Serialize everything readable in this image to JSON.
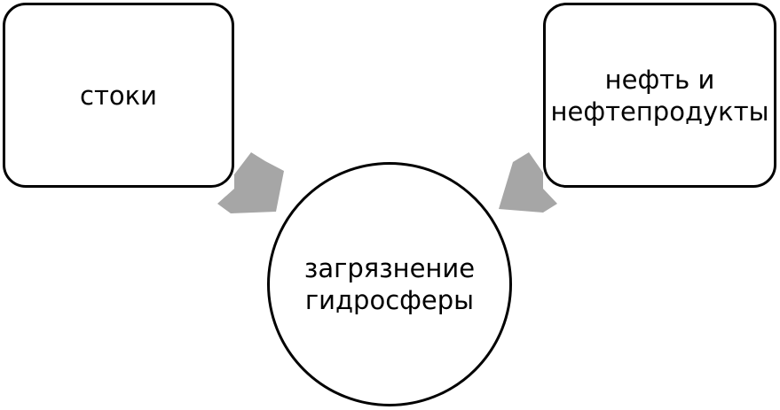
{
  "diagram": {
    "nodes": {
      "stoki": {
        "label": "стоки"
      },
      "oil": {
        "label": "нефть и\nнефтепродукты"
      },
      "center": {
        "label": "загрязнение\nгидросферы"
      }
    },
    "edges": [
      {
        "from": "stoki",
        "to": "center"
      },
      {
        "from": "oil",
        "to": "center"
      }
    ],
    "colors": {
      "node_border": "#000000",
      "node_fill": "#ffffff",
      "arrow_fill": "#a6a6a6",
      "text": "#000000"
    }
  }
}
